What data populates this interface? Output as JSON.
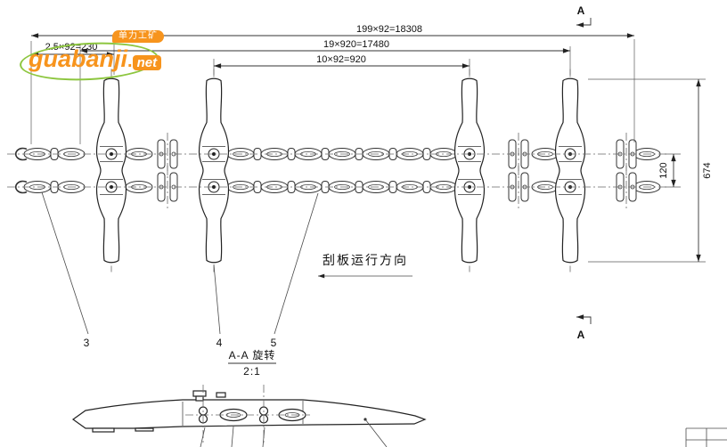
{
  "watermark": {
    "brand": "guabanji",
    "dot": ".",
    "tld": "net",
    "banner": "单力工矿"
  },
  "dimensions": {
    "total": "199×92=18308",
    "flight_pitch_total": "19×920=17480",
    "flight_pitch": "10×92=920",
    "end_offset": "2.5×92=230",
    "chain_gauge": "120",
    "flight_length": "674"
  },
  "labels": {
    "direction": "刮板运行方向",
    "section_name": "A-A 旋转",
    "section_scale": "2:1",
    "section_mark_top": "A",
    "section_mark_bottom": "A",
    "item_3": "3",
    "item_4": "4",
    "item_5": "5"
  }
}
